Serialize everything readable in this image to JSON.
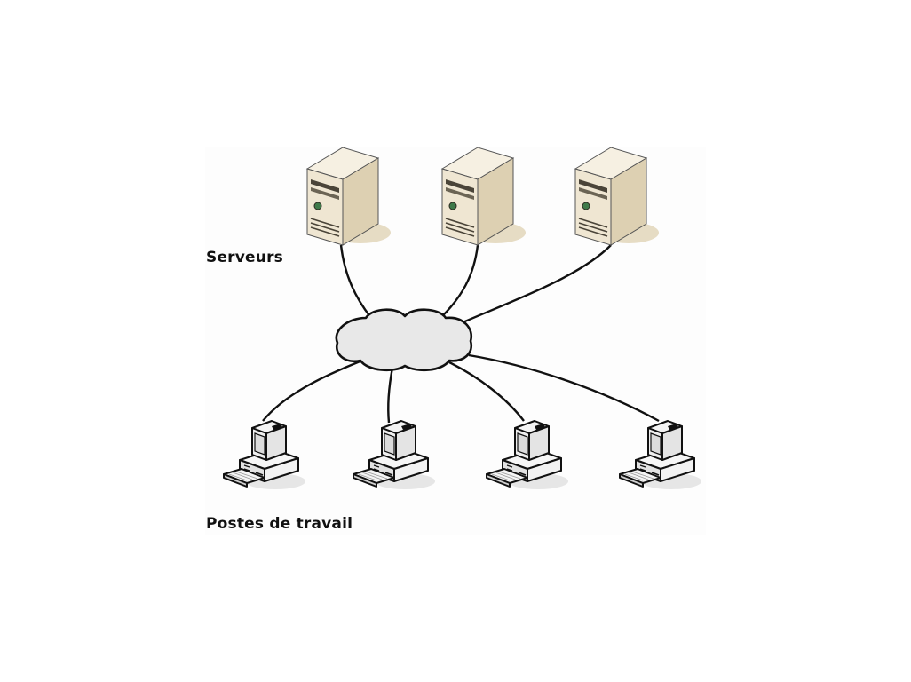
{
  "diagram": {
    "type": "network-topology",
    "labels": {
      "servers": "Serveurs",
      "workstations": "Postes de travail"
    },
    "nodes": {
      "network": {
        "id": "cloud",
        "kind": "network-cloud"
      },
      "servers": [
        {
          "id": "server-1",
          "kind": "server-tower"
        },
        {
          "id": "server-2",
          "kind": "server-tower"
        },
        {
          "id": "server-3",
          "kind": "server-tower"
        }
      ],
      "workstations": [
        {
          "id": "workstation-1",
          "kind": "desktop-pc"
        },
        {
          "id": "workstation-2",
          "kind": "desktop-pc"
        },
        {
          "id": "workstation-3",
          "kind": "desktop-pc"
        },
        {
          "id": "workstation-4",
          "kind": "desktop-pc"
        }
      ]
    },
    "edges": [
      [
        "server-1",
        "cloud"
      ],
      [
        "server-2",
        "cloud"
      ],
      [
        "server-3",
        "cloud"
      ],
      [
        "cloud",
        "workstation-1"
      ],
      [
        "cloud",
        "workstation-2"
      ],
      [
        "cloud",
        "workstation-3"
      ],
      [
        "cloud",
        "workstation-4"
      ]
    ],
    "colors": {
      "server_front": "#efe6d2",
      "server_side": "#d9ccae",
      "server_top": "#f6f0e2",
      "server_shadow": "#e6dcc4",
      "cloud_fill": "#e8e8e8",
      "line": "#111111",
      "pc_fill": "#f2f2f2",
      "pc_shade": "#d8d8d8"
    }
  }
}
